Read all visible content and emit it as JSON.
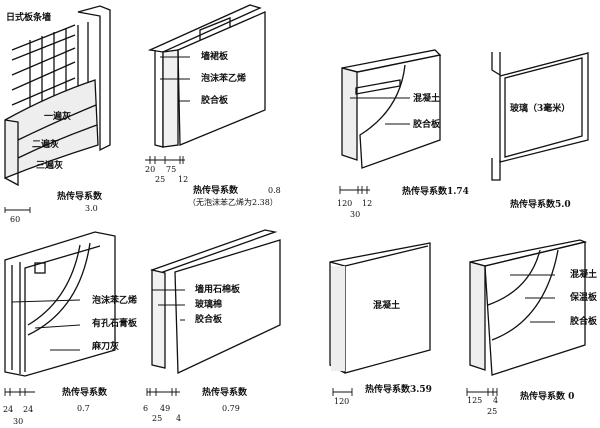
{
  "panels": [
    {
      "title": "日式板条墙",
      "layers": [
        "一遍灰",
        "二遍灰",
        "三遍灰"
      ],
      "dims": [
        "60"
      ],
      "k_label": "热传导系数",
      "k_value": "3.0"
    },
    {
      "layers": [
        "墙裙板",
        "泡沫苯乙烯",
        "胶合板"
      ],
      "dims": [
        "20",
        "75",
        "25",
        "12"
      ],
      "k_label": "热传导系数",
      "k_value": "0.8",
      "note": "（无泡沫苯乙烯为2.38）"
    },
    {
      "layers": [
        "混凝土",
        "胶合板"
      ],
      "dims": [
        "120",
        "12",
        "30"
      ],
      "k_text": "热传导系数1.74"
    },
    {
      "layers": [
        "玻璃（3毫米）"
      ],
      "k_text": "热传导系数5.0"
    },
    {
      "layers": [
        "泡沫苯乙烯",
        "有孔石膏板",
        "麻刀灰"
      ],
      "dims": [
        "24",
        "24",
        "30"
      ],
      "k_label": "热传导系数",
      "k_value": "0.7"
    },
    {
      "layers": [
        "墙用石棉板",
        "玻璃棉",
        "胶合板"
      ],
      "dims": [
        "6",
        "49",
        "25",
        "4"
      ],
      "k_label": "热传导系数",
      "k_value": "0.79"
    },
    {
      "layers": [
        "混凝土"
      ],
      "dims": [
        "120"
      ],
      "k_text": "热传导系数3.59"
    },
    {
      "layers": [
        "混凝土",
        "保温板",
        "胶合板"
      ],
      "dims": [
        "125",
        "4",
        "25"
      ],
      "k_text": "热传导系数 0"
    }
  ]
}
